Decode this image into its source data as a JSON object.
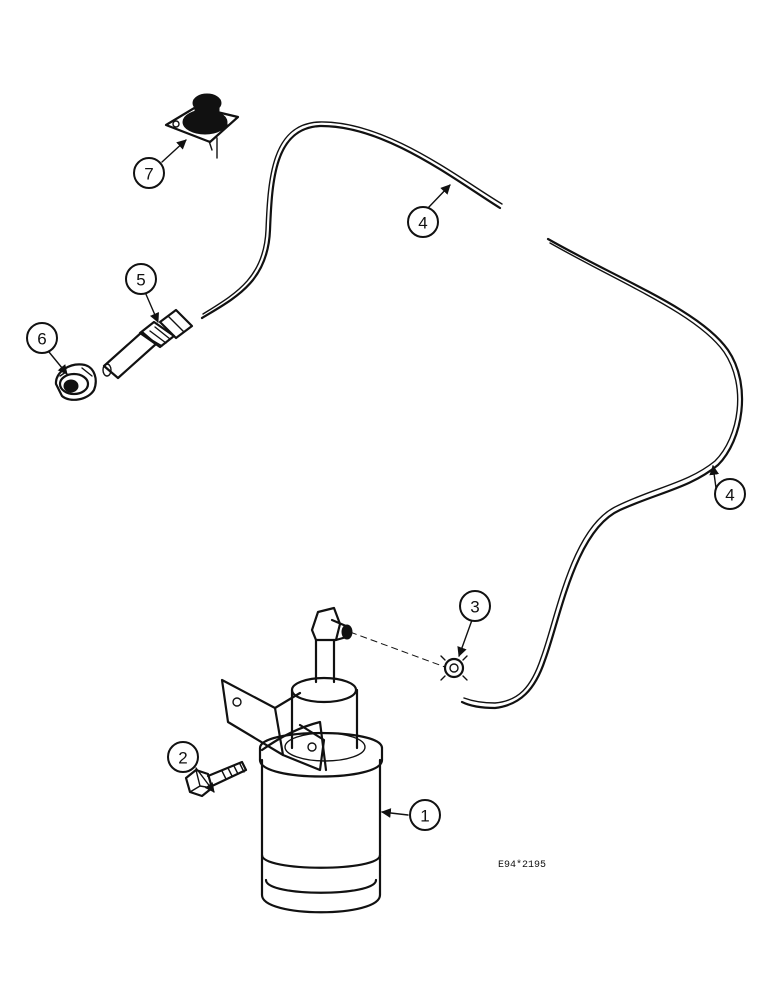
{
  "figure": {
    "code": "E94*2195"
  },
  "callouts": [
    {
      "id": "c1",
      "label": "1"
    },
    {
      "id": "c2",
      "label": "2"
    },
    {
      "id": "c3",
      "label": "3"
    },
    {
      "id": "c4a",
      "label": "4"
    },
    {
      "id": "c4b",
      "label": "4"
    },
    {
      "id": "c5",
      "label": "5"
    },
    {
      "id": "c6",
      "label": "6"
    },
    {
      "id": "c7",
      "label": "7"
    }
  ],
  "colors": {
    "ink": "#111111",
    "background": "#ffffff"
  }
}
